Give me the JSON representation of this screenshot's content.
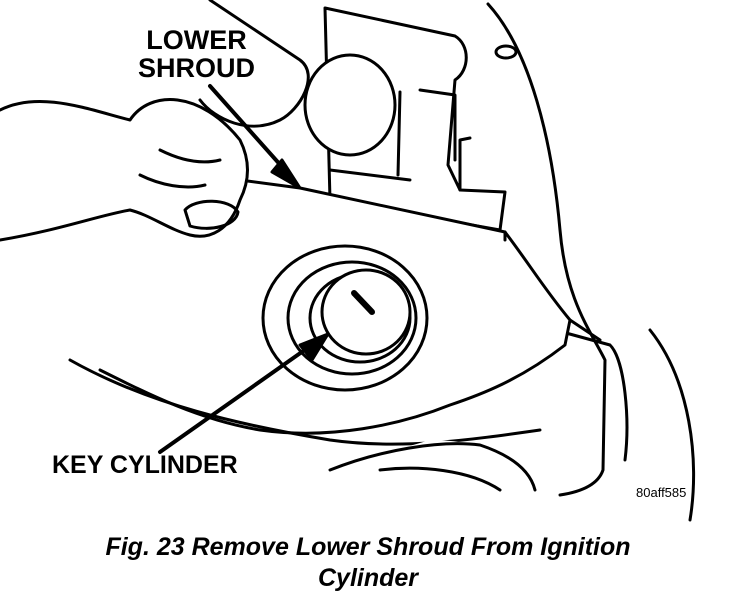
{
  "labels": {
    "lower_shroud": [
      "LOWER",
      "SHROUD"
    ],
    "key_cylinder": "KEY CYLINDER",
    "figure_code": "80aff585"
  },
  "caption": {
    "line1": "Fig. 23 Remove Lower Shroud From Ignition",
    "line2": "Cylinder"
  }
}
